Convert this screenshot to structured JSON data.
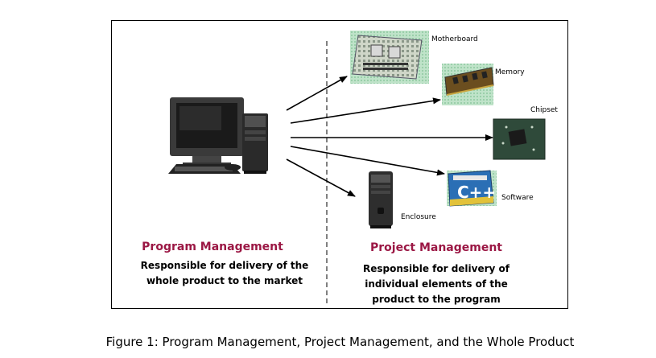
{
  "diagram": {
    "components": [
      {
        "id": "motherboard",
        "label": "Motherboard",
        "icon": "motherboard-icon"
      },
      {
        "id": "memory",
        "label": "Memory",
        "icon": "memory-module-icon"
      },
      {
        "id": "chipset",
        "label": "Chipset",
        "icon": "chipset-icon"
      },
      {
        "id": "software",
        "label": "Software",
        "icon": "software-box-icon"
      },
      {
        "id": "enclosure",
        "label": "Enclosure",
        "icon": "tower-case-icon"
      }
    ],
    "source_icon": "desktop-computer-icon",
    "program": {
      "title": "Program Management",
      "desc_line1": "Responsible for delivery of the",
      "desc_line2": "whole product to the market"
    },
    "project": {
      "title": "Project Management",
      "desc_line1": "Responsible for delivery of",
      "desc_line2": "individual elements of the",
      "desc_line3": "product to the program"
    },
    "colors": {
      "heading": "#9b1744",
      "border": "#000000"
    }
  },
  "caption": "Figure 1: Program Management, Project Management, and the Whole Product"
}
